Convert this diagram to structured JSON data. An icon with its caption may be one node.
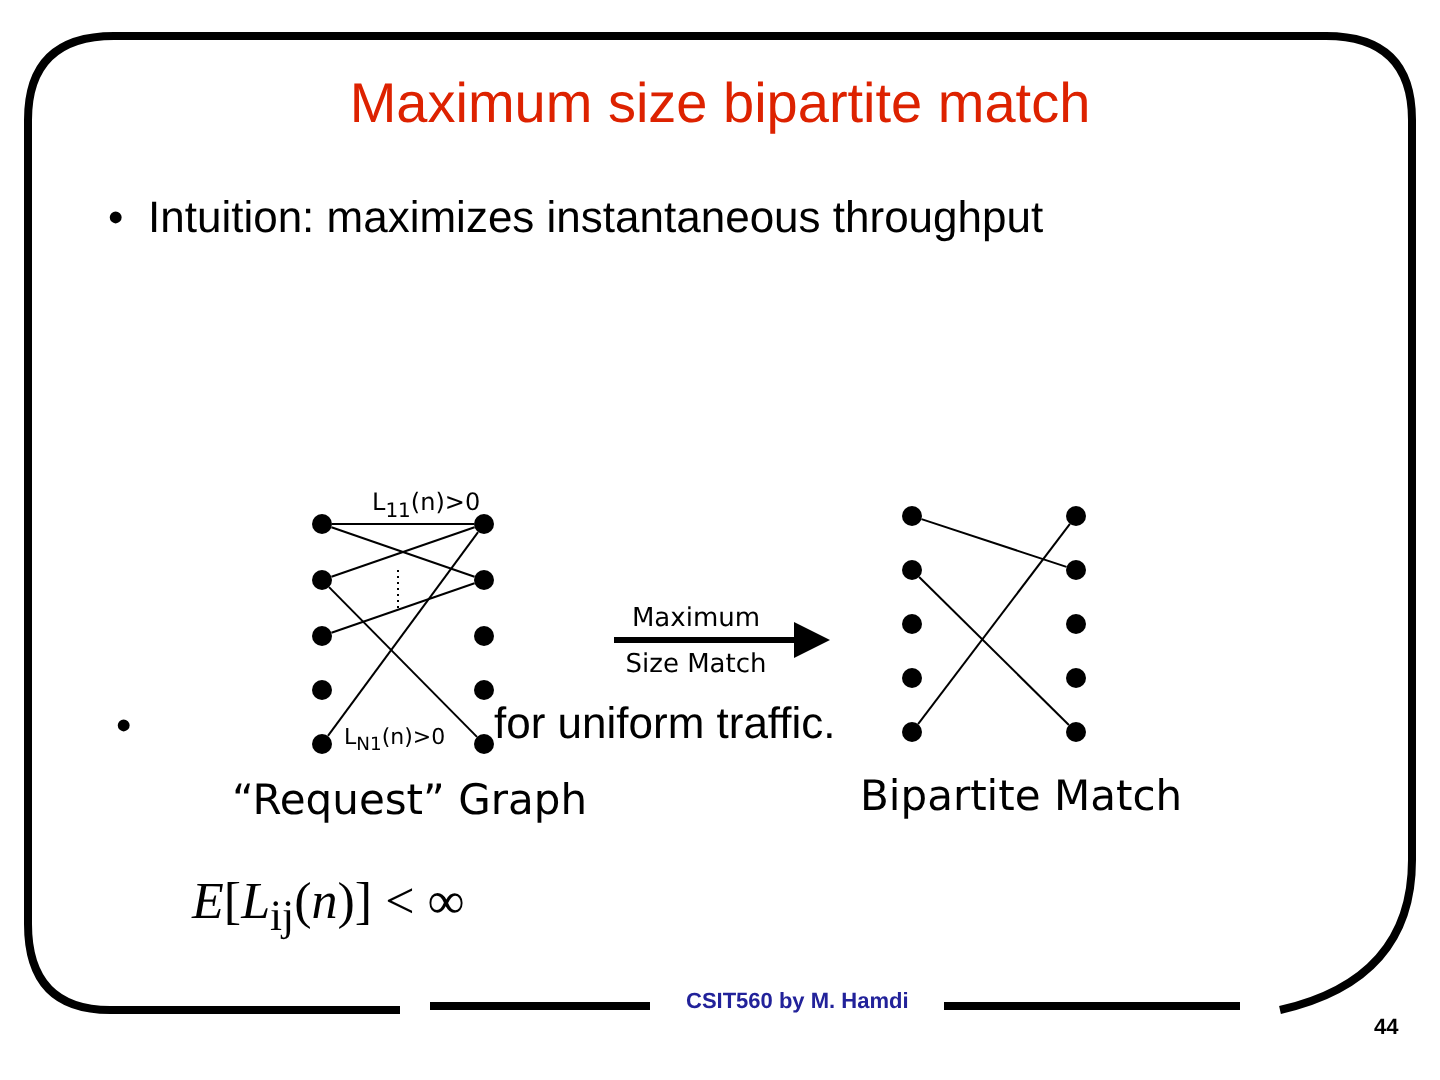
{
  "diagram": {
    "title": "Maximum size bipartite match",
    "nodes": [
      {
        "text": [],
        "shape": "circle"
      },
      {
        "text": [],
        "shape": "circle"
      },
      {
        "text": [],
        "shape": "circle"
      },
      {
        "text": [],
        "shape": "circle"
      },
      {
        "text": [],
        "shape": "circle"
      },
      {
        "text": [],
        "shape": "circle"
      },
      {
        "text": [],
        "shape": "circle"
      },
      {
        "text": [],
        "shape": "circle"
      },
      {
        "text": [],
        "shape": "circle"
      },
      {
        "text": [],
        "shape": "circle"
      },
      {
        "text": [],
        "shape": "circle"
      },
      {
        "text": [],
        "shape": "circle"
      },
      {
        "text": [],
        "shape": "circle"
      },
      {
        "text": [],
        "shape": "circle"
      },
      {
        "text": [],
        "shape": "circle"
      },
      {
        "text": [],
        "shape": "circle"
      },
      {
        "text": [],
        "shape": "circle"
      },
      {
        "text": [],
        "shape": "circle"
      },
      {
        "text": [],
        "shape": "circle"
      },
      {
        "text": [],
        "shape": "circle"
      }
    ],
    "edges": [
      {
        "from": 0,
        "to": 5,
        "arrow": "none",
        "label": "L$_{11}$(n)>0"
      },
      {
        "from": 0,
        "to": 6,
        "arrow": "none"
      },
      {
        "from": 1,
        "to": 5,
        "arrow": "none"
      },
      {
        "from": 1,
        "to": 9,
        "arrow": "none"
      },
      {
        "from": 2,
        "to": 6,
        "arrow": "none"
      },
      {
        "from": 4,
        "to": 5,
        "arrow": "none",
        "label": "L$_{N1}$(n)>0"
      },
      {
        "from": 10,
        "to": 16,
        "arrow": "none"
      },
      {
        "from": 11,
        "to": 19,
        "arrow": "none"
      },
      {
        "from": 14,
        "to": 15,
        "arrow": "none"
      }
    ],
    "labels": [
      "•",
      "Intuition: maximizes instantaneous throughput",
      "Maximum Size Match",
      "•",
      "for uniform traffic.",
      "“Request” Graph",
      "Bipartite Match",
      "*E*[*L*$_{ij}$(*n*)] < ∞",
      "CSIT560 by M. Hamdi",
      "44"
    ]
  }
}
